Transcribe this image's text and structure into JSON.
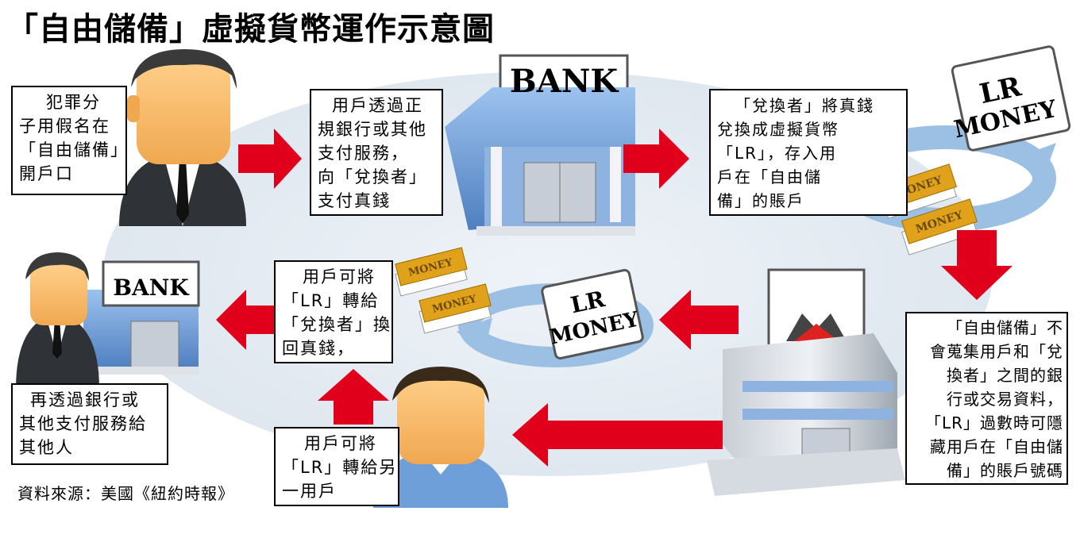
{
  "title": "「自由儲備」虛擬貨幣運作示意圖",
  "steps": {
    "step1": [
      "犯罪分",
      "子用假名在",
      "「自由儲備」",
      "開戶口"
    ],
    "step2": [
      "用戶透過正",
      "規銀行或其他",
      "支付服務，",
      "向「兌換者」",
      "支付真錢"
    ],
    "step3": [
      "「兌換者」將真錢",
      "兌換成虛擬貨幣",
      "「LR」，存入用",
      "戶在「自由儲",
      "備」的賬戶"
    ],
    "step4": [
      "「自由儲備」不",
      "會蒐集用戶和「兌",
      "換者」之間的銀",
      "行或交易資料，",
      "「LR」過數時可隱",
      "藏用戶在「自由儲",
      "備」的賬戶號碼"
    ],
    "step5": [
      "用戶可將",
      "「LR」轉給另",
      "一用戶"
    ],
    "step6": [
      "用戶可將",
      "「LR」轉給",
      "「兌換者」換",
      "回真錢，"
    ],
    "step7": [
      "再透過銀行或",
      "其他支付服務給",
      "其他人"
    ]
  },
  "signs": {
    "bank_large": "BANK",
    "bank_small": "BANK",
    "lr_line1": "LR",
    "lr_line2": "MONEY",
    "money_note": "MONEY"
  },
  "source": "資料來源：美國《紐約時報》",
  "colors": {
    "arrow_red": "#e0001b",
    "bank_blue": "#6f9fd8",
    "cycle_blue": "#9cc0e4",
    "money_gold": "#e0a21a",
    "jacket": "#2f3236"
  }
}
